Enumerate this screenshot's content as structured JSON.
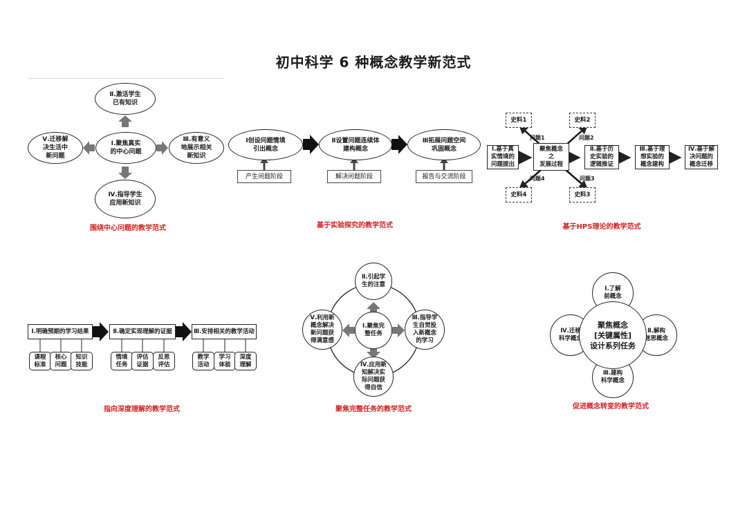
{
  "title": "初中科学 6 种概念教学新范式",
  "d1": {
    "caption": "围绕中心问题的教学范式",
    "center": "Ⅰ.聚焦真实\n的中心问题",
    "top": "Ⅱ.激活学生\n已有知识",
    "right": "Ⅲ.有意义\n地展示相关\n新知识",
    "bottom": "Ⅳ.指导学生\n应用新知识",
    "left": "Ⅴ.迁移解\n决生活中\n新问题"
  },
  "d2": {
    "caption": "基于实验探究的教学范式",
    "stages": [
      "Ⅰ创设问题情境\n引出概念",
      "Ⅱ设置问题连续体\n建构概念",
      "Ⅲ拓展问题空间\n巩固概念"
    ],
    "phases": [
      "产生问题阶段",
      "解决问题阶段",
      "报告与交流阶段"
    ]
  },
  "d3": {
    "caption": "基于HPS理论的教学范式",
    "boxes": [
      "Ⅰ.基于真\n实情境的\n问题提出",
      "聚焦概念\n之\n发展过程",
      "Ⅱ.基于历\n史实验的\n逻辑推证",
      "Ⅲ.基于理\n想实验的\n概念建构",
      "Ⅳ.基于解\n决问题的\n概念迁移"
    ],
    "sources": [
      "史料1",
      "史料2",
      "史料3",
      "史料4"
    ],
    "questions": [
      "问题1",
      "问题2",
      "问题3",
      "问题4"
    ]
  },
  "d4": {
    "caption": "指向深度理解的教学范式",
    "stages": [
      "Ⅰ.明确预期的学习结果",
      "Ⅱ.确定实现理解的证据",
      "Ⅲ.安排相关的教学活动"
    ],
    "subs": [
      [
        "课程\n标准",
        "核心\n问题",
        "知识\n技能"
      ],
      [
        "情境\n任务",
        "评估\n证据",
        "反思\n评估"
      ],
      [
        "教学\n活动",
        "学习\n体验",
        "深度\n理解"
      ]
    ]
  },
  "d5": {
    "caption": "聚焦完整任务的教学范式",
    "center": "Ⅰ.聚焦完\n整任务",
    "top": "Ⅱ.引起学\n生的注意",
    "right": "Ⅲ.指导学\n生自觉投\n入新概念\n的学习",
    "bottom": "Ⅳ.应用新\n知解决实\n际问题获\n得自信",
    "left": "Ⅴ.利用新\n概念解决\n新问题获\n得满意感"
  },
  "d6": {
    "caption": "促进概念转变的教学范式",
    "center": "聚焦概念\n[关键属性]\n设计系列任务",
    "top": "Ⅰ.了解\n前概念",
    "right": "Ⅱ.解构\n迷思概念",
    "bottom": "Ⅲ.建构\n科学概念",
    "left": "Ⅳ.迁移\n科学概念"
  }
}
